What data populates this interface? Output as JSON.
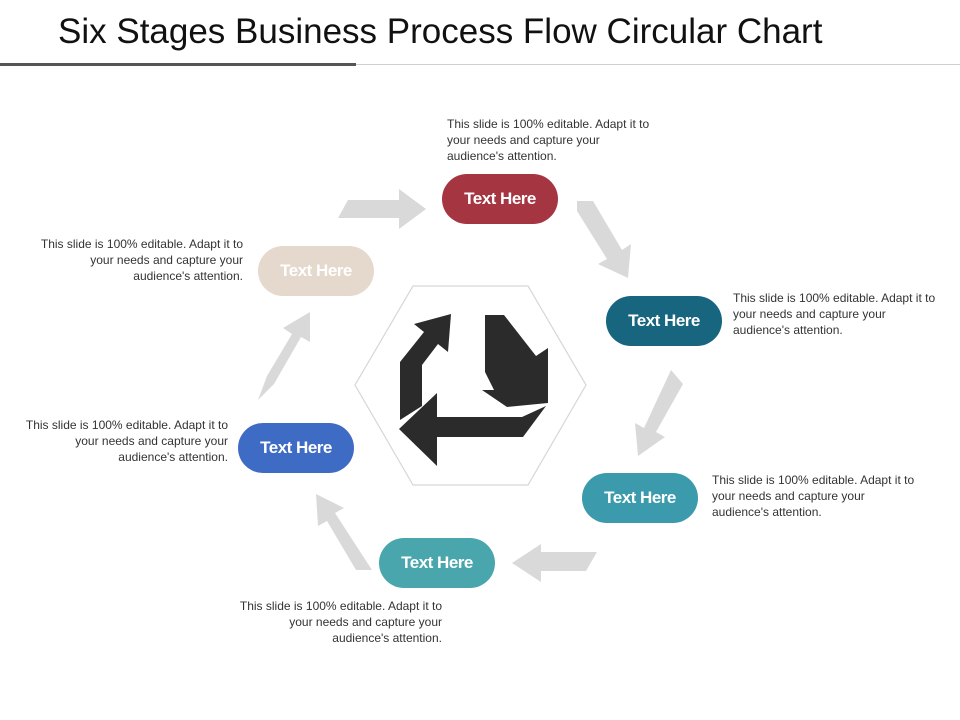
{
  "title": "Six Stages Business Process Flow Circular Chart",
  "stages": [
    {
      "label": "Text Here",
      "description": "This slide is 100% editable. Adapt it to your needs and capture your audience's attention.",
      "color": "#a53541"
    },
    {
      "label": "Text Here",
      "description": "This slide is 100% editable. Adapt it to your needs and capture your audience's attention.",
      "color": "#17657e"
    },
    {
      "label": "Text Here",
      "description": "This slide is 100% editable. Adapt it to your needs and capture your audience's attention.",
      "color": "#3b9aab"
    },
    {
      "label": "Text Here",
      "description": "This slide is 100% editable. Adapt it to your needs and capture your audience's attention.",
      "color": "#4aa6ad"
    },
    {
      "label": "Text Here",
      "description": "This slide is 100% editable. Adapt it to your needs and capture your audience's attention.",
      "color": "#3e6cc4"
    },
    {
      "label": "Text Here",
      "description": "This slide is 100% editable. Adapt it to your needs and capture your audience's attention.",
      "color": "#e5d8cc"
    }
  ],
  "center_icon": "recycle-arrows-icon",
  "arrow_color": "#d9d9d9",
  "icon_color": "#2b2b2b"
}
